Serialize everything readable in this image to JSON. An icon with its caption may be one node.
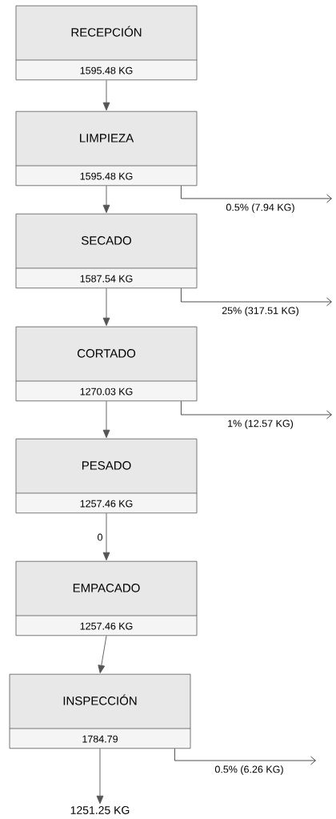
{
  "diagram": {
    "nodes": [
      {
        "text": [
          "RECEPCIÓN",
          "1595.48 KG"
        ]
      },
      {
        "text": [
          "LIMPIEZA",
          "1595.48 KG"
        ]
      },
      {
        "text": [
          "SECADO",
          "1587.54 KG"
        ]
      },
      {
        "text": [
          "CORTADO",
          "1270.03 KG"
        ]
      },
      {
        "text": [
          "PESADO",
          "1257.46 KG"
        ]
      },
      {
        "text": [
          "EMPACADO",
          "1257.46 KG"
        ]
      },
      {
        "text": [
          "INSPECCIÓN",
          "1784.79"
        ]
      },
      {
        "text": [
          "1251.25 KG"
        ]
      }
    ],
    "edges": [
      {
        "from": 0,
        "to": 1,
        "arrow": "to"
      },
      {
        "from": 1,
        "to": 2,
        "arrow": "to"
      },
      {
        "from": 2,
        "to": 3,
        "arrow": "to"
      },
      {
        "from": 3,
        "to": 4,
        "arrow": "to"
      },
      {
        "from": 4,
        "to": 5,
        "arrow": "to",
        "label": "0"
      },
      {
        "from": 5,
        "to": 6,
        "arrow": "to"
      },
      {
        "from": 6,
        "to": 7,
        "arrow": "to"
      },
      {
        "from": 1,
        "to": null,
        "arrow": "to",
        "label": "0.5% (7.94 KG)"
      },
      {
        "from": 2,
        "to": null,
        "arrow": "to",
        "label": "25% (317.51 KG)"
      },
      {
        "from": 3,
        "to": null,
        "arrow": "to",
        "label": "1% (12.57 KG)"
      },
      {
        "from": 6,
        "to": null,
        "arrow": "to",
        "label": "0.5% (6.26 KG)"
      }
    ]
  }
}
